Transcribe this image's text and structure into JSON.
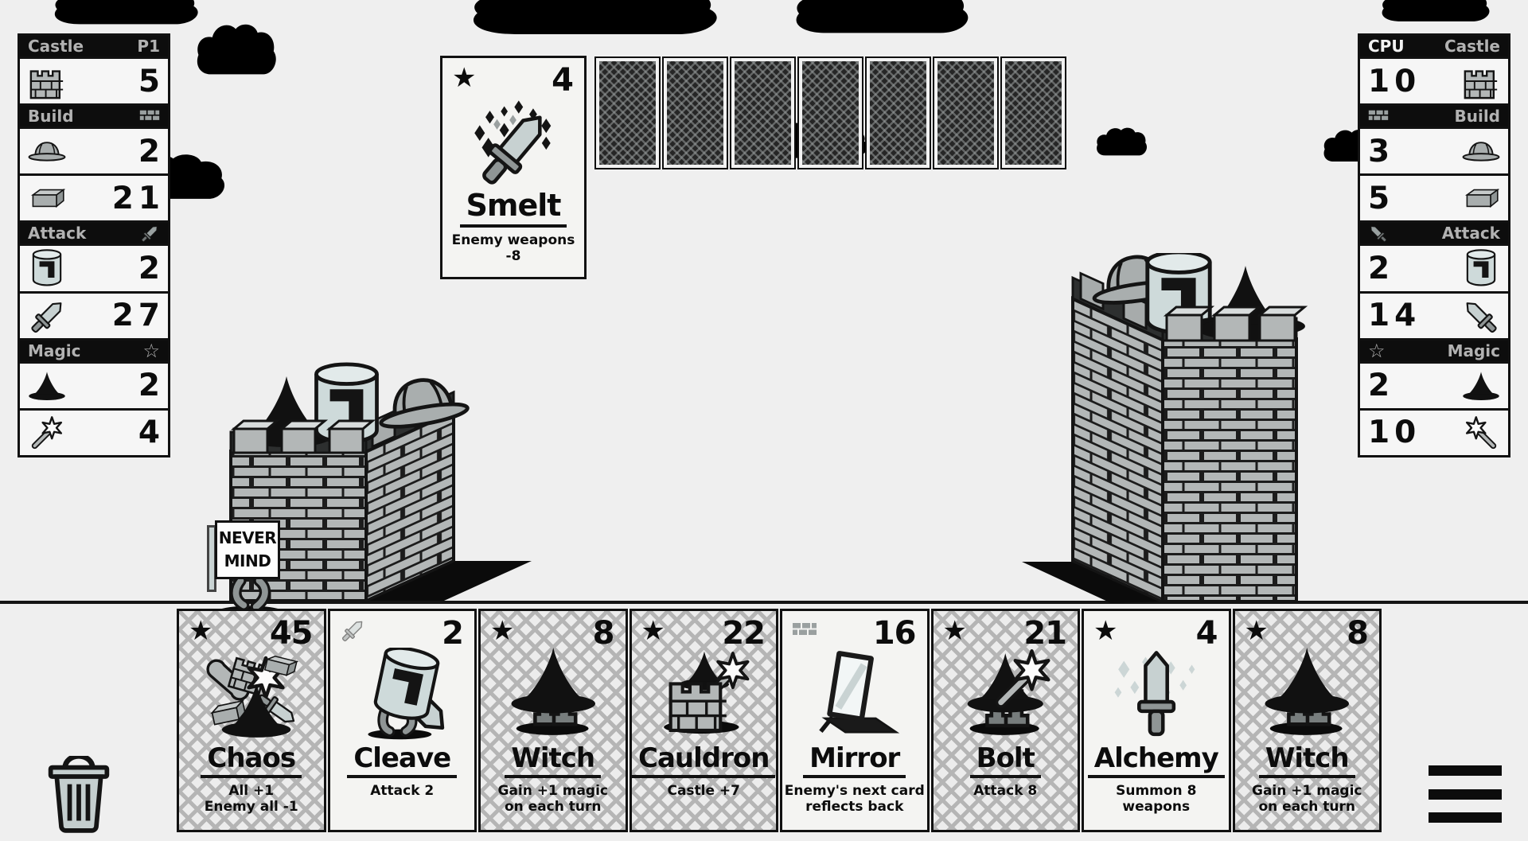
{
  "colors": {
    "background": "#efefef",
    "ink": "#111111",
    "brick": "#b3b7b7",
    "steel": "#cedada",
    "panel_header": "#0d0d0d",
    "header_text": "#b2b2b2"
  },
  "left_panel": {
    "title": "Castle",
    "player": "P1",
    "sections": {
      "build": "Build",
      "attack": "Attack",
      "magic": "Magic"
    },
    "values": {
      "castle": "5",
      "builders": "2",
      "bricks": "21",
      "soldiers": "2",
      "weapons": "27",
      "mages": "2",
      "magic": "4"
    },
    "icons": [
      "castle-icon",
      "hardhat-icon",
      "brick-icon",
      "bucket-helm-icon",
      "sword-icon",
      "witch-hat-icon",
      "wand-icon"
    ]
  },
  "right_panel": {
    "title": "Castle",
    "player": "CPU",
    "sections": {
      "build": "Build",
      "attack": "Attack",
      "magic": "Magic"
    },
    "values": {
      "castle": "10",
      "builders": "3",
      "bricks": "5",
      "soldiers": "2",
      "weapons": "14",
      "mages": "2",
      "magic": "10"
    },
    "icons": [
      "castle-icon",
      "hardhat-icon",
      "brick-icon",
      "bucket-helm-icon",
      "sword-icon",
      "witch-hat-icon",
      "wand-icon"
    ]
  },
  "played_card": {
    "name": "Smelt",
    "cost": "4",
    "description": "Enemy weapons -8",
    "type_icon": "star-icon",
    "art_icon": "smelt-art"
  },
  "deck": {
    "facedown_count": 7
  },
  "hand": [
    {
      "name": "Chaos",
      "cost": "45",
      "description": "All +1\nEnemy all -1",
      "type_icon": "star-icon",
      "art_icon": "chaos-art",
      "affordable": false
    },
    {
      "name": "Cleave",
      "cost": "2",
      "description": "Attack 2",
      "type_icon": "sword-icon",
      "art_icon": "cleave-art",
      "affordable": true
    },
    {
      "name": "Witch",
      "cost": "8",
      "description": "Gain +1 magic\non each turn",
      "type_icon": "star-icon",
      "art_icon": "witch-art",
      "affordable": false
    },
    {
      "name": "Cauldron",
      "cost": "22",
      "description": "Castle +7",
      "type_icon": "star-icon",
      "art_icon": "cauldron-art",
      "affordable": false
    },
    {
      "name": "Mirror",
      "cost": "16",
      "description": "Enemy's next card\nreflects back",
      "type_icon": "bricks-icon",
      "art_icon": "mirror-art",
      "affordable": true
    },
    {
      "name": "Bolt",
      "cost": "21",
      "description": "Attack 8",
      "type_icon": "star-icon",
      "art_icon": "bolt-art",
      "affordable": false
    },
    {
      "name": "Alchemy",
      "cost": "4",
      "description": "Summon 8\nweapons",
      "type_icon": "star-icon",
      "art_icon": "alchemy-art",
      "affordable": true
    },
    {
      "name": "Witch",
      "cost": "8",
      "description": "Gain +1 magic\non each turn",
      "type_icon": "star-icon",
      "art_icon": "witch-art",
      "affordable": false
    }
  ],
  "sign": {
    "text": "NEVER\nMIND"
  },
  "glyphs": {
    "star_filled": "★",
    "star_outline": "☆"
  },
  "footer": {
    "trash_icon": "trash-icon",
    "menu_icon": "hamburger-menu-icon"
  }
}
